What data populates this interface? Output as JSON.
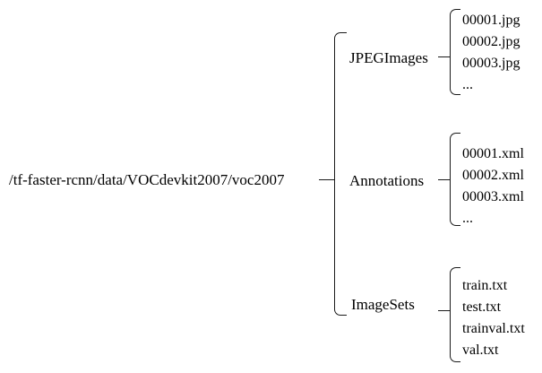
{
  "diagram": {
    "type": "directory-tree",
    "root": {
      "label": "/tf-faster-rcnn/data/VOCdevkit2007/voc2007"
    },
    "branches": [
      {
        "label": "JPEGImages",
        "children": [
          "00001.jpg",
          "00002.jpg",
          "00003.jpg",
          "..."
        ]
      },
      {
        "label": "Annotations",
        "children": [
          "00001.xml",
          "00002.xml",
          "00003.xml",
          "..."
        ]
      },
      {
        "label": "ImageSets",
        "children": [
          "train.txt",
          "test.txt",
          "trainval.txt",
          "val.txt"
        ]
      }
    ],
    "colors": {
      "background": "#ffffff",
      "text": "#000000",
      "line": "#1a1a1a"
    }
  }
}
